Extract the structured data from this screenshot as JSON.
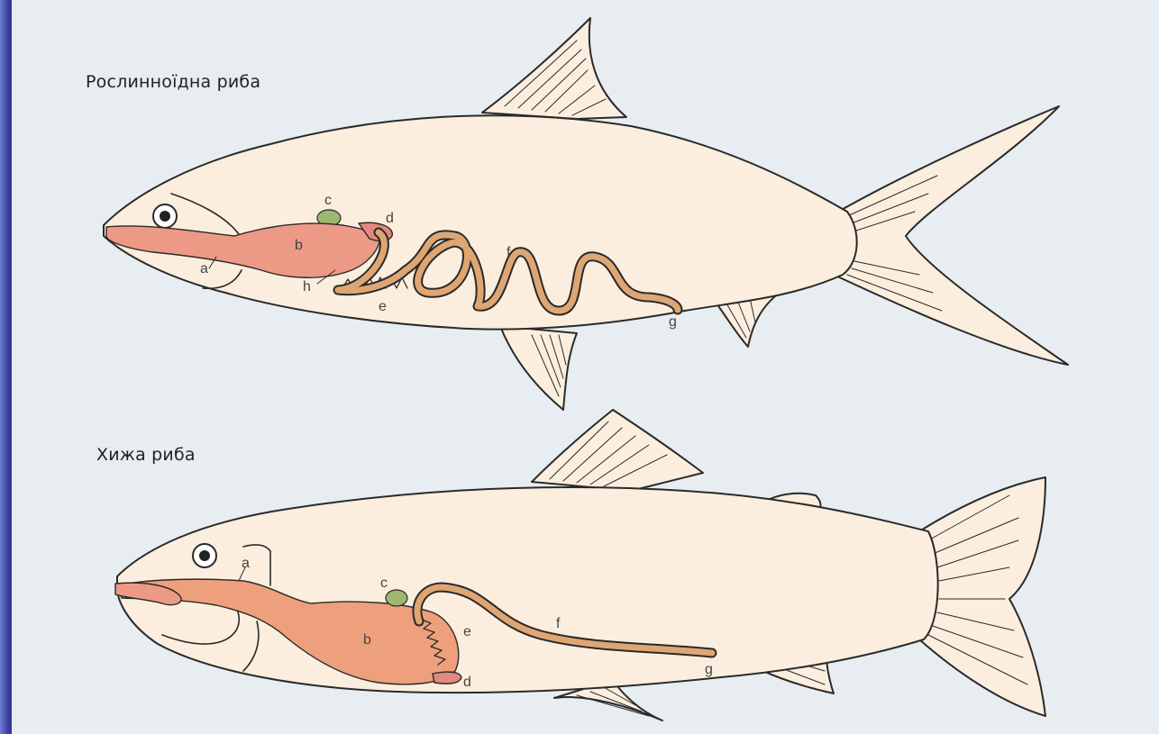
{
  "colors": {
    "background": "#e7edf1",
    "body": "#fbeede",
    "outline": "#2a2a2a",
    "esophagus": "#ec9a86",
    "stomach": "#eea07c",
    "gallbladder": "#9db86f",
    "intestine": "#dfa673",
    "frame_edge": "#2b2e86"
  },
  "herbivore": {
    "title": "Рослинноїдна риба",
    "labels": {
      "a": "a",
      "b": "b",
      "c": "c",
      "d": "d",
      "e": "e",
      "f": "f",
      "g": "g",
      "h": "h"
    }
  },
  "predator": {
    "title": "Хижа риба",
    "labels": {
      "a": "a",
      "b": "b",
      "c": "c",
      "d": "d",
      "e": "e",
      "f": "f",
      "g": "g"
    }
  }
}
